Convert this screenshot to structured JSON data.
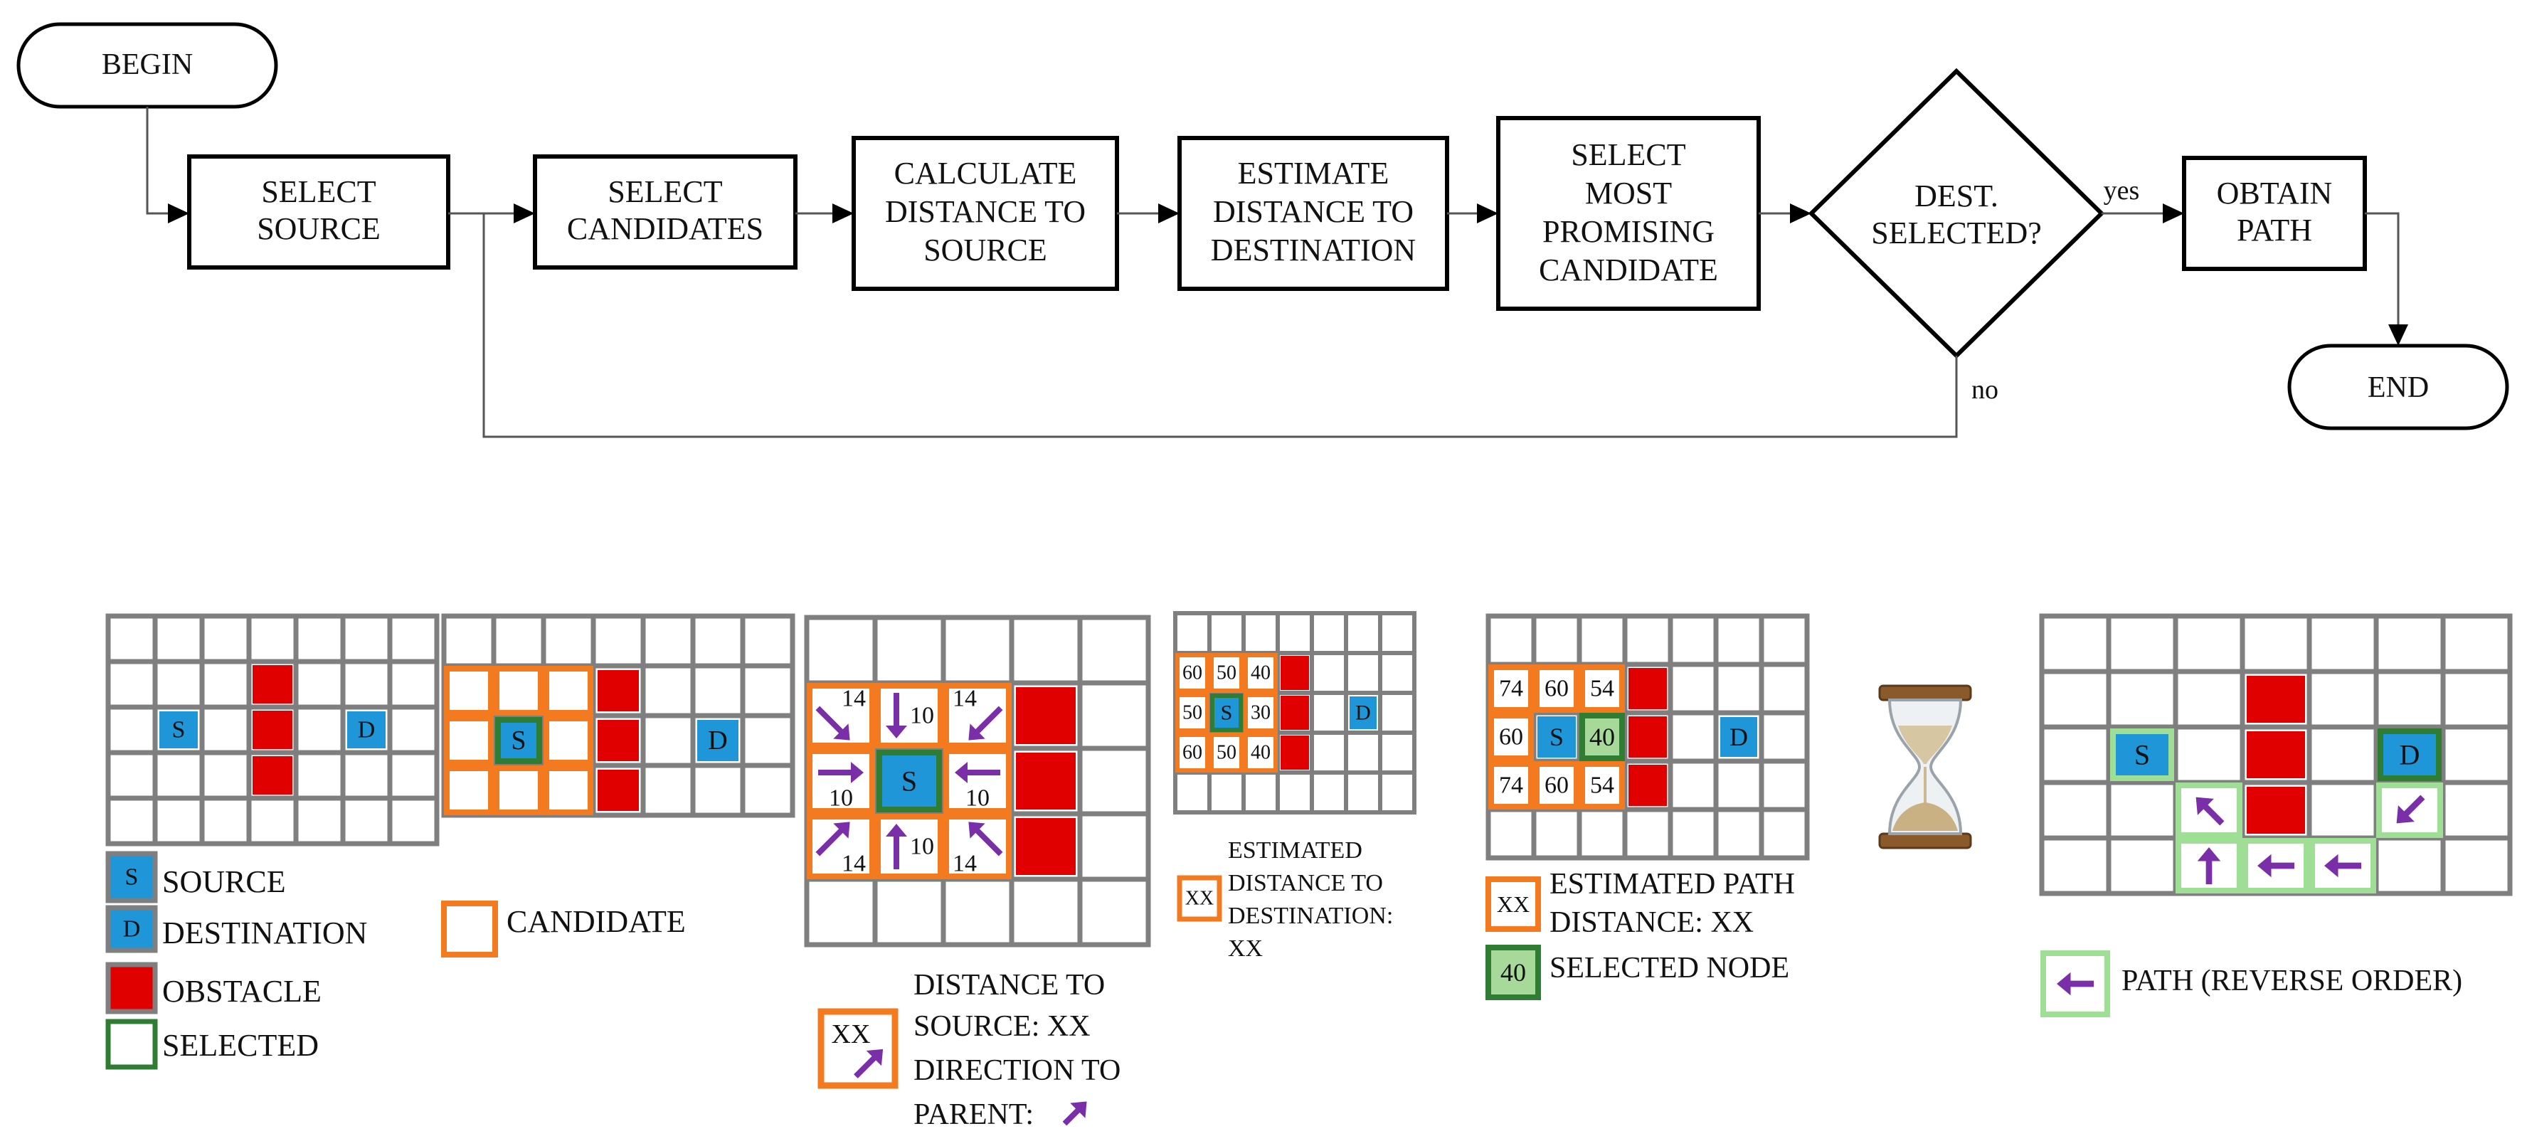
{
  "flowchart": {
    "begin": "BEGIN",
    "select_source": [
      "SELECT",
      "SOURCE"
    ],
    "select_candidates": [
      "SELECT",
      "CANDIDATES"
    ],
    "calculate_distance": [
      "CALCULATE",
      "DISTANCE TO",
      "SOURCE"
    ],
    "estimate_distance": [
      "ESTIMATE",
      "DISTANCE TO",
      "DESTINATION"
    ],
    "select_promising": [
      "SELECT",
      "MOST",
      "PROMISING",
      "CANDIDATE"
    ],
    "decision": [
      "DEST.",
      "SELECTED?"
    ],
    "yes_label": "yes",
    "no_label": "no",
    "obtain_path": [
      "OBTAIN",
      "PATH"
    ],
    "end": "END"
  },
  "cell_labels": {
    "source": "S",
    "destination": "D"
  },
  "colors": {
    "grid": "#7f7f7f",
    "source": "#1f96d8",
    "obstacle": "#e00000",
    "selected": "#2e7d32",
    "candidate": "#f47a20",
    "selected_light": "#a6d99a",
    "path": "#9fdf95",
    "arrow": "#7a2fa8"
  },
  "panel1": {
    "legend_source": "SOURCE",
    "legend_destination": "DESTINATION",
    "legend_obstacle": "OBSTACLE",
    "legend_selected": "SELECTED"
  },
  "panel2": {
    "legend_candidate": "CANDIDATE"
  },
  "panel3": {
    "values": {
      "diag": "14",
      "straight": "10"
    },
    "legend_xx": "XX",
    "legend_lines": [
      "DISTANCE TO",
      "SOURCE: XX",
      "DIRECTION TO",
      "PARENT:"
    ]
  },
  "panel4": {
    "row1": [
      "60",
      "50",
      "40"
    ],
    "row2": [
      "50",
      "30"
    ],
    "row3": [
      "60",
      "50",
      "40"
    ],
    "legend_xx": "XX",
    "legend_lines": [
      "ESTIMATED",
      "DISTANCE TO",
      "DESTINATION:",
      "XX"
    ]
  },
  "panel5": {
    "row1": [
      "74",
      "60",
      "54"
    ],
    "row2": [
      "60",
      "40"
    ],
    "row3": [
      "74",
      "60",
      "54"
    ],
    "legend_xx": "XX",
    "legend_lines": [
      "ESTIMATED PATH",
      "DISTANCE: XX"
    ],
    "legend_selected_value": "40",
    "legend_selected": "SELECTED NODE"
  },
  "hourglass_icon": "hourglass-icon",
  "panel6": {
    "legend_path": "PATH (REVERSE ORDER)"
  }
}
